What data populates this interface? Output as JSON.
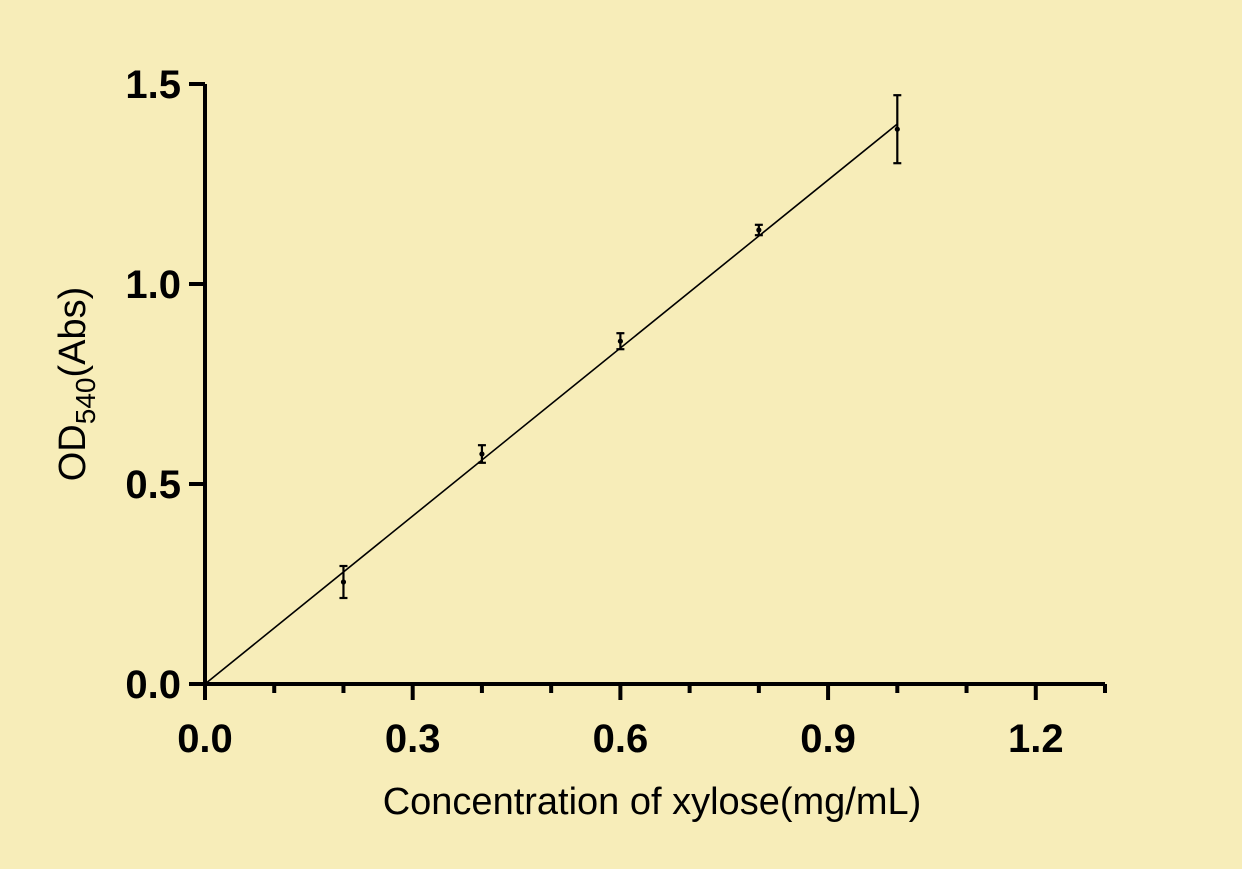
{
  "chart_data": {
    "type": "scatter",
    "background_color": "#f7edb9",
    "xlabel": "Concentration of  xylose(mg/mL)",
    "ylabel_main": "OD",
    "ylabel_sub": "540",
    "ylabel_suffix": "(Abs)",
    "xlim": [
      0,
      1.3
    ],
    "ylim": [
      0,
      1.5
    ],
    "x_major_ticks": [
      0.0,
      0.3,
      0.6,
      0.9,
      1.2
    ],
    "x_minor_ticks": [
      0.1,
      0.2,
      0.4,
      0.5,
      0.7,
      0.8,
      1.0,
      1.1,
      1.3
    ],
    "y_major_ticks": [
      0.0,
      0.5,
      1.0,
      1.5
    ],
    "x_tick_labels": [
      "0.0",
      "0.3",
      "0.6",
      "0.9",
      "1.2"
    ],
    "y_tick_labels": [
      "0.0",
      "0.5",
      "1.0",
      "1.5"
    ],
    "grid": false,
    "series": [
      {
        "points": [
          {
            "x": 0.2,
            "y": 0.255,
            "err": 0.04
          },
          {
            "x": 0.4,
            "y": 0.575,
            "err": 0.022
          },
          {
            "x": 0.6,
            "y": 0.857,
            "err": 0.02
          },
          {
            "x": 0.8,
            "y": 1.135,
            "err": 0.013
          },
          {
            "x": 1.0,
            "y": 1.387,
            "err": 0.085
          }
        ]
      }
    ],
    "fit_line": {
      "x": [
        0.0,
        1.0
      ],
      "y": [
        0.0,
        1.4
      ]
    }
  }
}
